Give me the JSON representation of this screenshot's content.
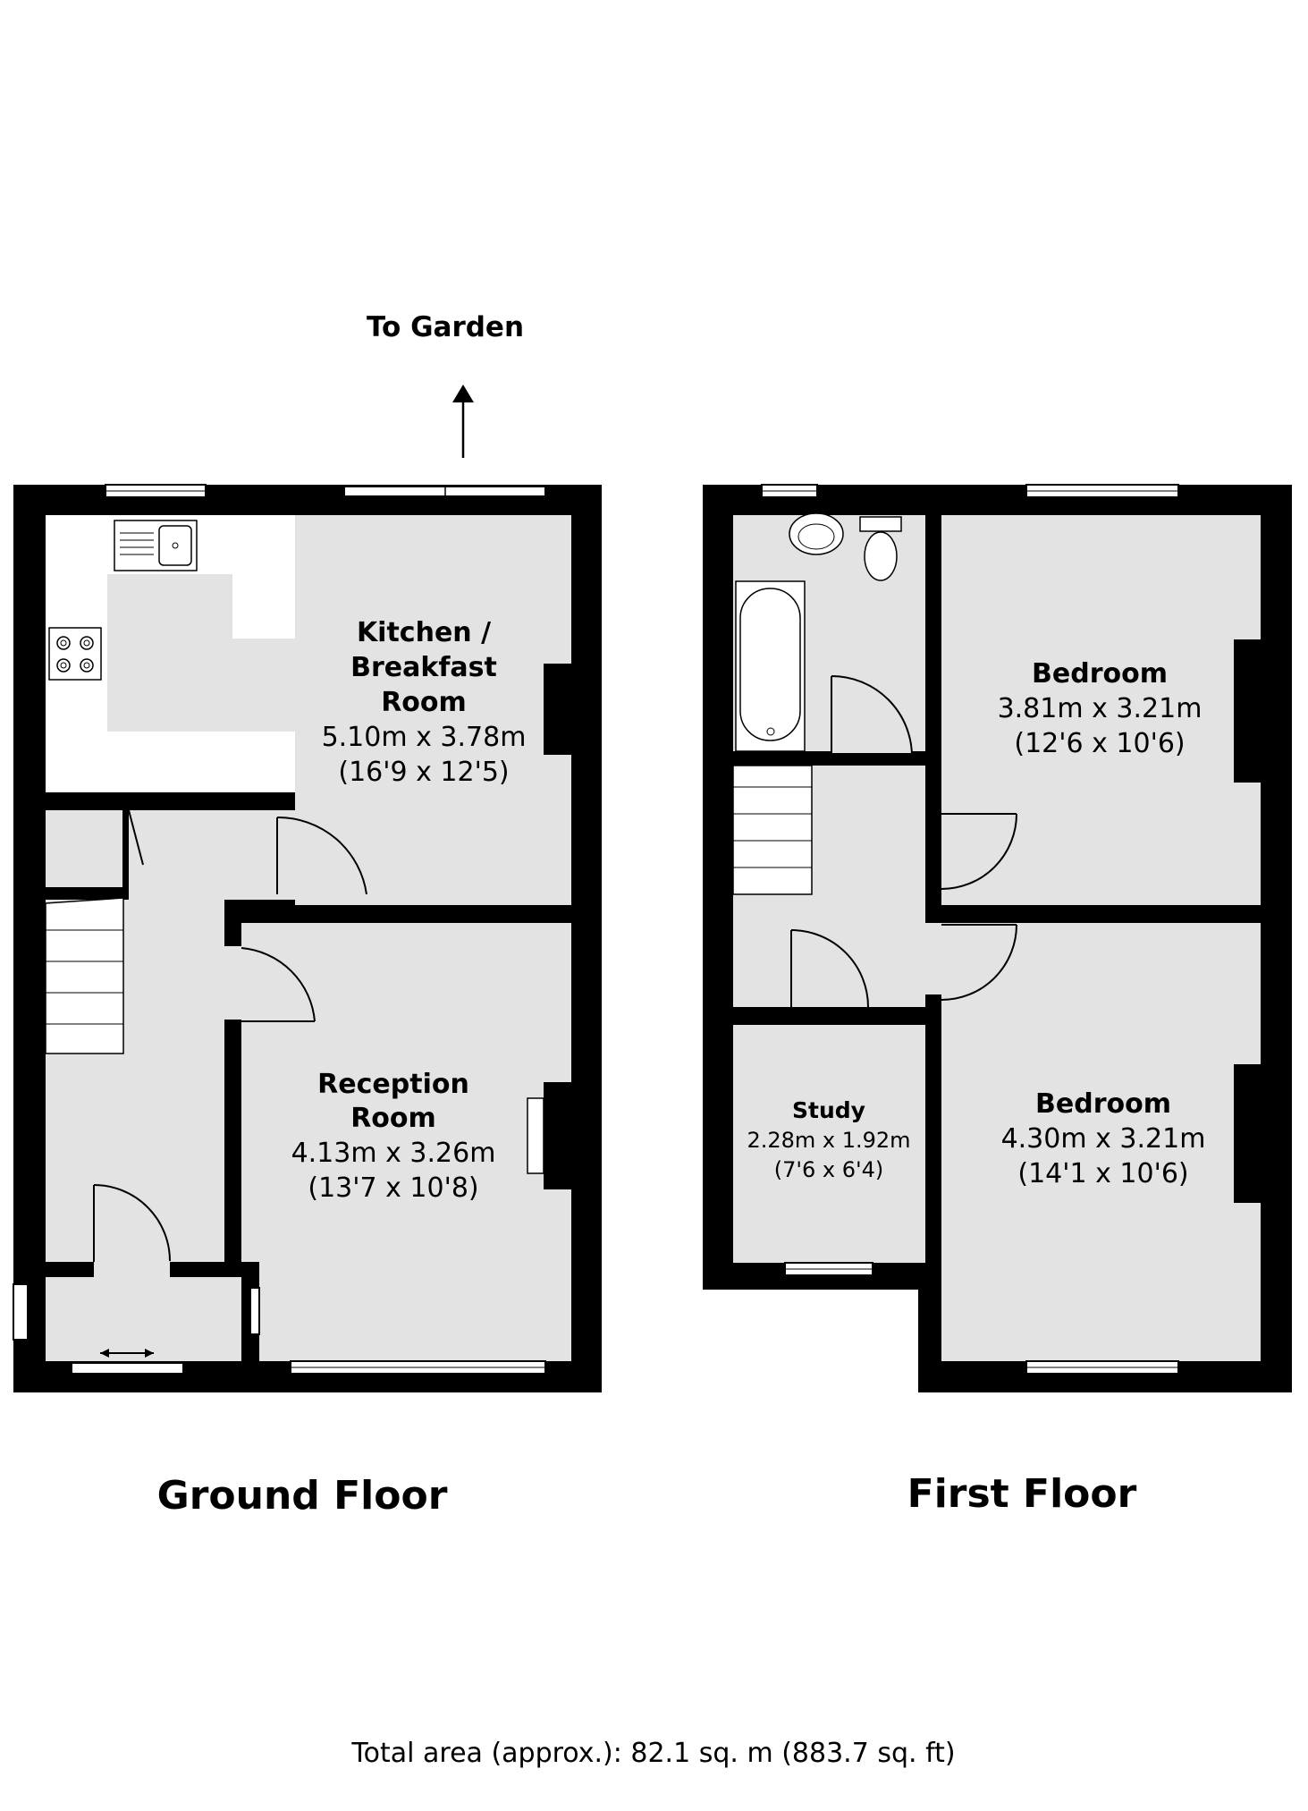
{
  "garden_label": "To Garden",
  "ground_floor": {
    "title": "Ground Floor",
    "kitchen": {
      "name_1": "Kitchen /",
      "name_2": "Breakfast",
      "name_3": "Room",
      "metric": "5.10m x 3.78m",
      "imperial": "(16'9 x 12'5)"
    },
    "reception": {
      "name_1": "Reception",
      "name_2": "Room",
      "metric": "4.13m x 3.26m",
      "imperial": "(13'7 x 10'8)"
    }
  },
  "first_floor": {
    "title": "First Floor",
    "bedroom_rear": {
      "name": "Bedroom",
      "metric": "3.81m x 3.21m",
      "imperial": "(12'6 x 10'6)"
    },
    "bedroom_front": {
      "name": "Bedroom",
      "metric": "4.30m x 3.21m",
      "imperial": "(14'1 x 10'6)"
    },
    "study": {
      "name": "Study",
      "metric": "2.28m x 1.92m",
      "imperial": "(7'6 x 6'4)"
    }
  },
  "total_area": "Total area (approx.): 82.1 sq. m (883.7 sq. ft)"
}
